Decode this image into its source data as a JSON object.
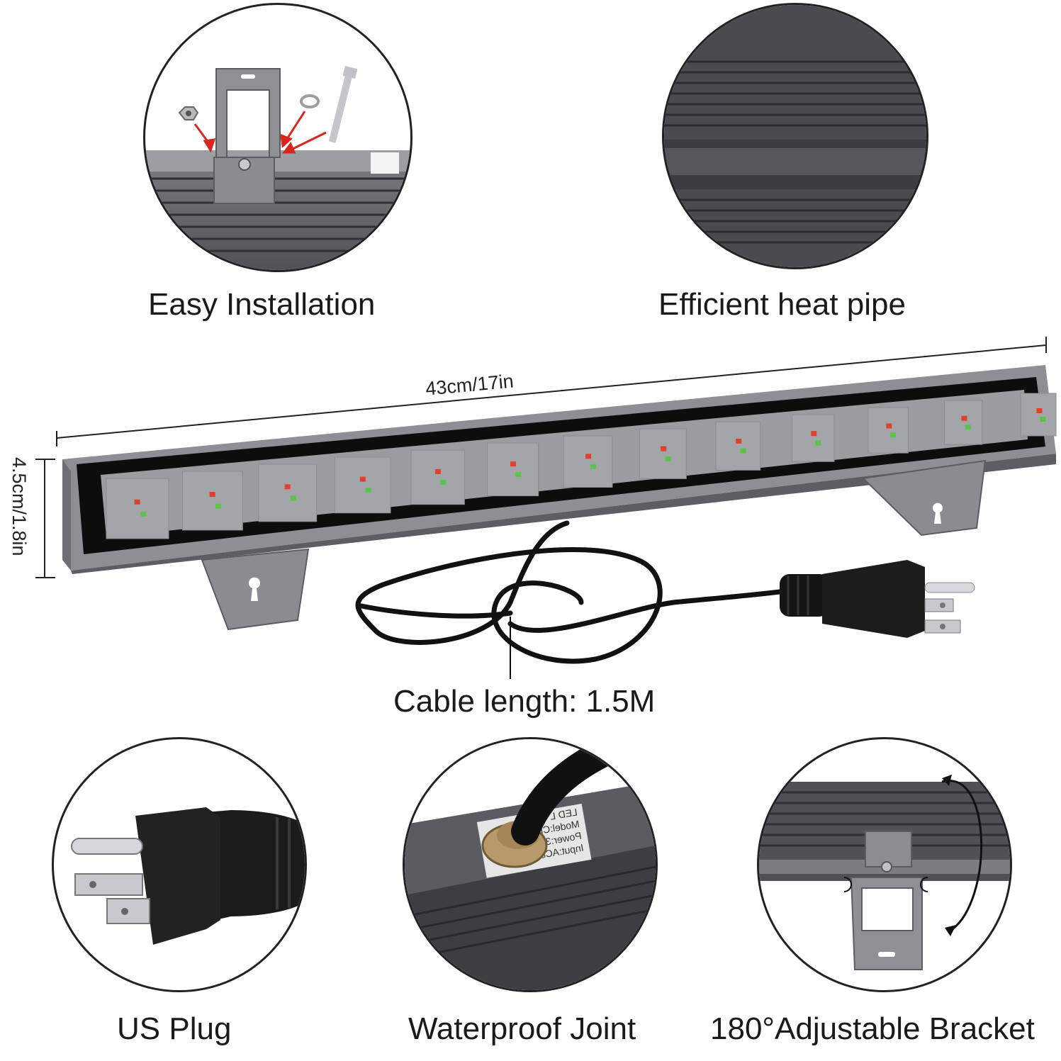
{
  "features": {
    "easy_installation": "Easy Installation",
    "heat_pipe": "Efficient heat pipe",
    "us_plug": "US Plug",
    "waterproof_joint": "Waterproof Joint",
    "adjustable_bracket": "180°Adjustable Bracket"
  },
  "dimensions": {
    "length": "43cm/17in",
    "height": "4.5cm/1.8in",
    "cable": "Cable length: 1.5M"
  },
  "label_plate": {
    "line1": "LED L",
    "line2": "Model:CHX-F",
    "line3": "Power:30W",
    "line4": "Input:AC85"
  },
  "colors": {
    "housing": "#8d8f94",
    "housing_dark": "#5c5e63",
    "lens": "#9a9ca0",
    "frame": "#0d0d0d",
    "led_red": "#e0402e",
    "led_green": "#5bc24a",
    "arrow_red": "#d8261d"
  }
}
